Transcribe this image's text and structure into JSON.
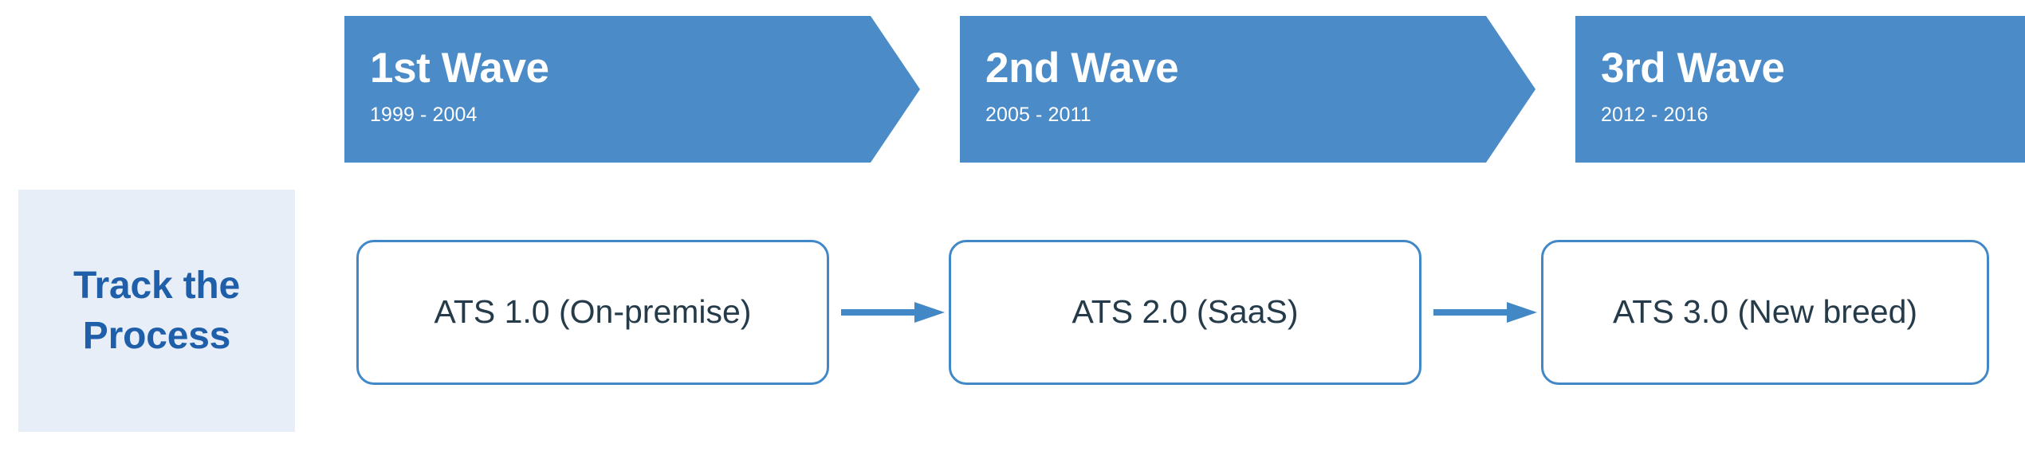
{
  "colors": {
    "wave_fill": "#4a8bc8",
    "wave_text": "#ffffff",
    "panel_fill": "#e7eef7",
    "panel_text": "#1f5fa9",
    "box_border": "#4288c6",
    "box_fill": "#ffffff",
    "box_text": "#253b4a",
    "arrow": "#4288c6",
    "background": "#ffffff"
  },
  "timeline": {
    "waves": [
      {
        "title": "1st Wave",
        "range": "1999 - 2004"
      },
      {
        "title": "2nd Wave",
        "range": "2005 - 2011"
      },
      {
        "title": "3rd Wave",
        "range": "2012 - 2016"
      }
    ]
  },
  "side_panel": {
    "label": "Track the Process",
    "line1": "Track the",
    "line2": "Process"
  },
  "process": {
    "steps": [
      {
        "label": "ATS 1.0 (On-premise)"
      },
      {
        "label": "ATS 2.0 (SaaS)"
      },
      {
        "label": "ATS 3.0 (New breed)"
      }
    ],
    "connectors": [
      {
        "name": "arrow-right-icon"
      },
      {
        "name": "arrow-right-icon"
      }
    ]
  }
}
